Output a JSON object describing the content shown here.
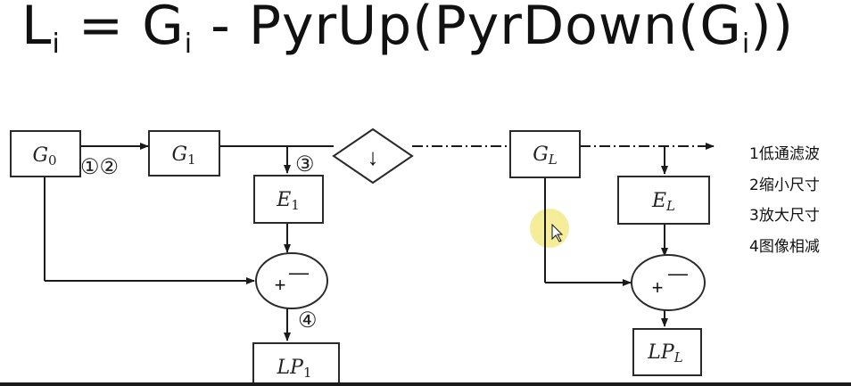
{
  "formula": {
    "L": "L",
    "i1": "i",
    "eq": " = G",
    "i2": "i",
    "op": " - PyrUp(PyrDown(G",
    "i3": "i",
    "close": "))"
  },
  "diagram": {
    "g0": {
      "base": "G",
      "sub": "0"
    },
    "g1": {
      "base": "G",
      "sub": "1"
    },
    "gl": {
      "base": "G",
      "sub": "L"
    },
    "e1": {
      "base": "E",
      "sub": "1"
    },
    "el": {
      "base": "E",
      "sub": "L"
    },
    "lp1": {
      "base": "LP",
      "sub": "1"
    },
    "lpl": {
      "base": "LP",
      "sub": "L"
    },
    "step12": "①②",
    "step3": "③",
    "step4": "④",
    "plus": "+",
    "minus": "—",
    "down_arrow": "↓"
  },
  "legend": [
    "1低通滤波",
    "2缩小尺寸",
    "3放大尺寸",
    "4图像相减"
  ],
  "colors": {
    "cursor_highlight": "#f5ea8a",
    "line": "#1a1a1a"
  }
}
